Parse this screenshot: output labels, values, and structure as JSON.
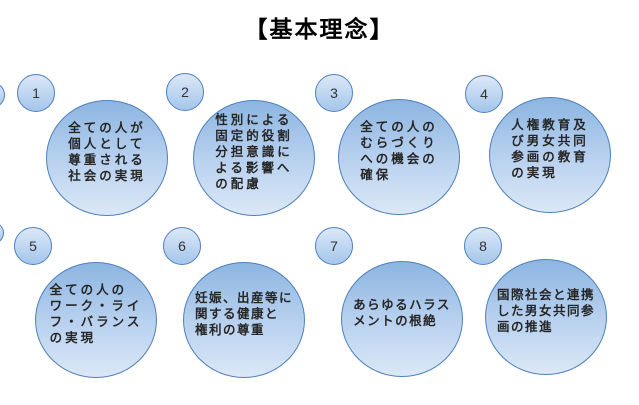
{
  "title": "【基本理念】",
  "units": [
    {
      "number": "1",
      "text": "全ての人が\n個人として\n尊重される\n社会の実現"
    },
    {
      "number": "2",
      "text": "性別による\n固定的役割\n分担意識に\nよる影響へ\nの配慮"
    },
    {
      "number": "3",
      "text": "全ての人の\nむらづくり\nへの機会の\n確保"
    },
    {
      "number": "4",
      "text": "人権教育及\nび男女共同\n参画の教育\nの実現"
    },
    {
      "number": "5",
      "text": "全ての人の\nワーク・ライ\nフ・バランス\nの実現"
    },
    {
      "number": "6",
      "text": "妊娠、出産等に\n関する健康と\n権利の尊重"
    },
    {
      "number": "7",
      "text": "あらゆるハラス\nメントの根絶"
    },
    {
      "number": "8",
      "text": "国際社会と連携\nした男女共同参\n画の推進"
    }
  ],
  "colors": {
    "circle_border": "#4f81bd",
    "big_circle_gradient_top": "#8cb5e1",
    "big_circle_gradient_bottom": "#dbe8f7",
    "small_circle_gradient_top": "#dce8f8",
    "small_circle_gradient_bottom": "#a4c6eb",
    "title_color": "#000000",
    "text_color": "#262626",
    "background": "#ffffff"
  }
}
